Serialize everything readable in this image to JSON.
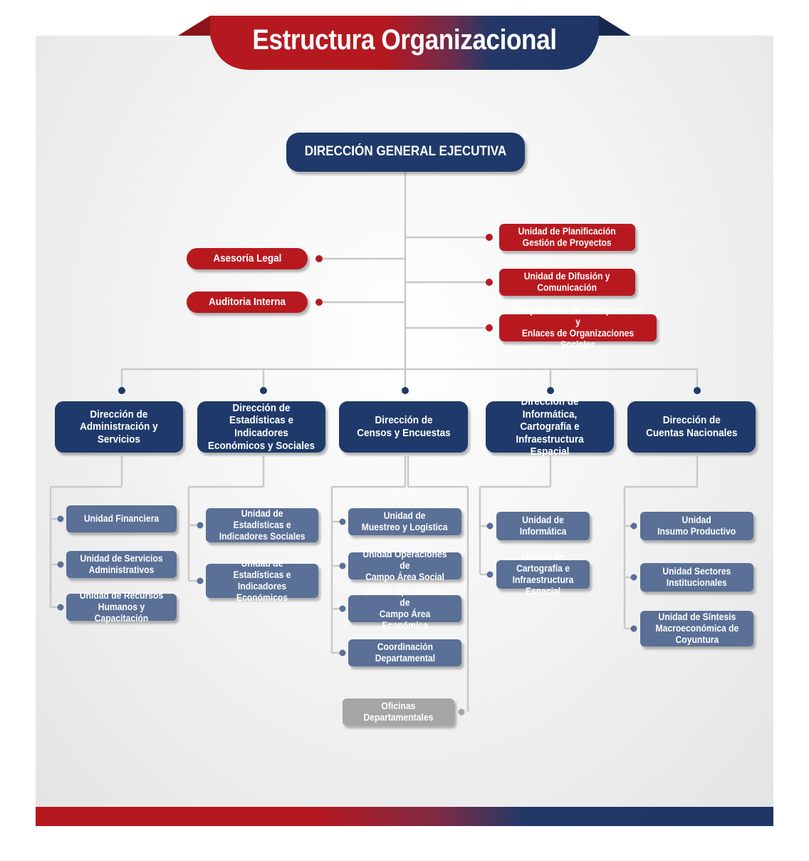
{
  "title": "Estructura Organizacional",
  "colors": {
    "navy": "#1f3a6a",
    "red": "#b8191f",
    "steel": "#5a7096",
    "grey": "#a5a5a5",
    "line": "#c9c9c9"
  },
  "top": {
    "label": "DIRECCIÓN GENERAL EJECUTIVA"
  },
  "staff_left": [
    {
      "label": "Asesoría Legal"
    },
    {
      "label": "Auditoria Interna"
    }
  ],
  "staff_right": [
    {
      "label": "Unidad de Planificación\nGestión de Proyectos"
    },
    {
      "label": "Unidad de Difusión y\nComunicación"
    },
    {
      "label": "Responsable de Transparencia y\nEnlaces de Organizaciones Sociales"
    }
  ],
  "directions": [
    {
      "label": "Dirección de\nAdministración y\nServicios",
      "units": [
        "Unidad Financiera",
        "Unidad de Servicios\nAdministrativos",
        "Unidad de Recursos\nHumanos y Capacitación"
      ]
    },
    {
      "label": "Dirección de\nEstadísticas e Indicadores\nEconómicos y Sociales",
      "units": [
        "Unidad de\nEstadísticas e\nIndicadores Sociales",
        "Unidad de\nEstadísticas e\nIndicadores Económicos"
      ]
    },
    {
      "label": "Dirección de\nCensos y Encuestas",
      "units": [
        "Unidad de\nMuestreo y Logística",
        "Unidad Operaciones de\nCampo Área Social",
        "Unidad Operaciones de\nCampo Área Económica",
        "Coordinación\nDepartamental"
      ],
      "extra": "Oficinas\nDepartamentales"
    },
    {
      "label": "Dirección de\nInformática, Cartografía e\nInfraestructura Espacial",
      "units": [
        "Unidad de Informática",
        "Unidad de Cartografía e\nInfraestructura Espacial"
      ]
    },
    {
      "label": "Dirección de\nCuentas Nacionales",
      "units": [
        "Unidad\nInsumo Productivo",
        "Unidad Sectores\nInstitucionales",
        "Unidad de Síntesis\nMacroeconómica de\nCoyuntura"
      ]
    }
  ]
}
